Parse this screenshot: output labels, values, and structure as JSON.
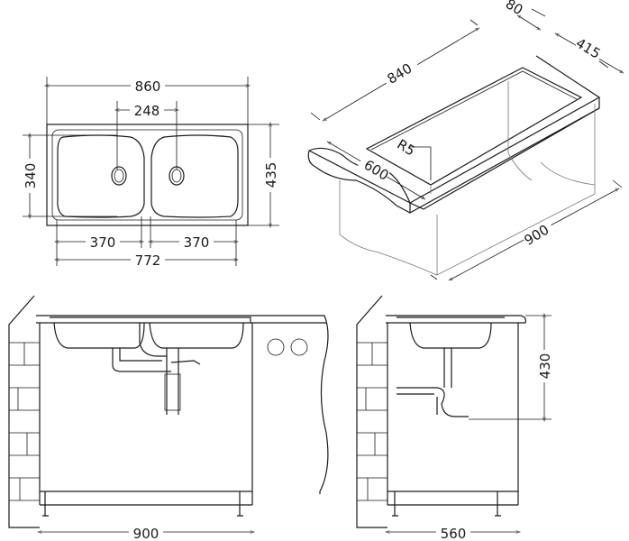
{
  "top_view": {
    "overall_width": "860",
    "drain_spacing": "248",
    "bowl_depth": "340",
    "overall_depth": "435",
    "bowl_width_left": "370",
    "bowl_width_right": "370",
    "bowls_total_width": "772"
  },
  "isometric_view": {
    "edge_offset": "80",
    "depth": "415",
    "length": "840",
    "corner_radius": "R5",
    "countertop_depth": "600",
    "cabinet_width": "900"
  },
  "front_elevation": {
    "cabinet_width": "900"
  },
  "side_elevation": {
    "height": "430",
    "cabinet_depth": "560"
  }
}
